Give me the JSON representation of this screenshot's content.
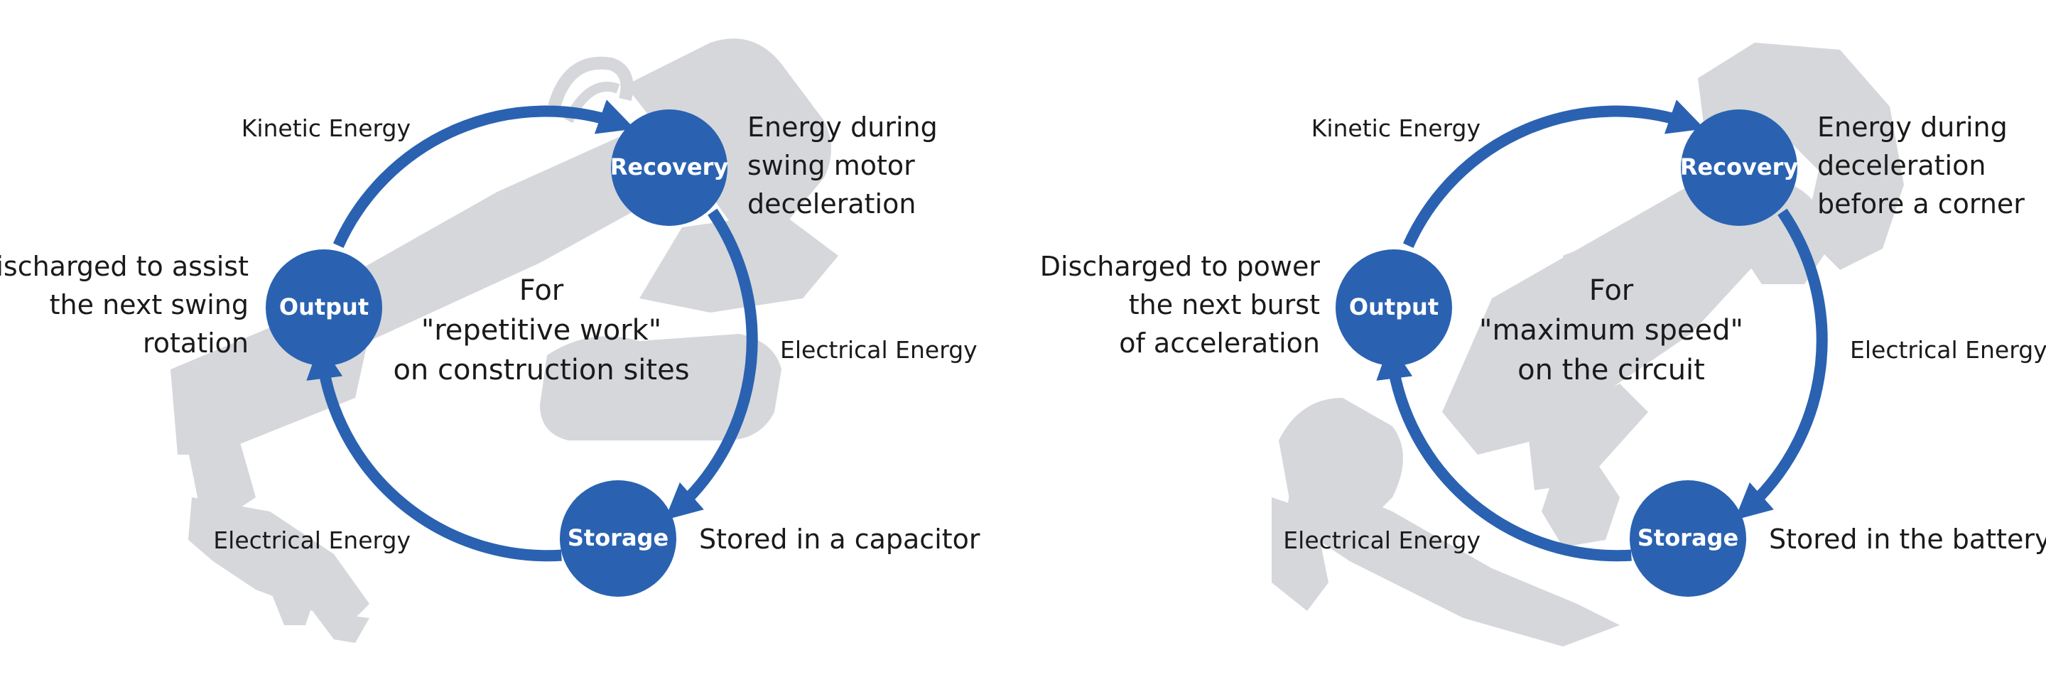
{
  "colors": {
    "accent": "#2a62b1",
    "silhouette": "#d5d7db",
    "text": "#1a1a1a"
  },
  "panels": [
    {
      "silhouette_icon": "excavator-silhouette",
      "center_text": [
        "For",
        "\"repetitive work\"",
        "on construction sites"
      ],
      "nodes": {
        "recovery": "Recovery",
        "storage": "Storage",
        "output": "Output"
      },
      "arc_labels": {
        "output_to_recovery": "Kinetic Energy",
        "recovery_to_storage": "Electrical Energy",
        "storage_to_output": "Electrical Energy"
      },
      "descriptions": {
        "recovery": [
          "Energy during",
          "swing motor",
          "deceleration"
        ],
        "storage": [
          "Stored in a capacitor"
        ],
        "output": [
          "Discharged to assist",
          "the next swing",
          "rotation"
        ]
      }
    },
    {
      "silhouette_icon": "race-car-silhouette",
      "center_text": [
        "For",
        "\"maximum speed\"",
        "on the circuit"
      ],
      "nodes": {
        "recovery": "Recovery",
        "storage": "Storage",
        "output": "Output"
      },
      "arc_labels": {
        "output_to_recovery": "Kinetic Energy",
        "recovery_to_storage": "Electrical Energy",
        "storage_to_output": "Electrical Energy"
      },
      "descriptions": {
        "recovery": [
          "Energy during",
          "deceleration",
          "before a corner"
        ],
        "storage": [
          "Stored in the battery"
        ],
        "output": [
          "Discharged to power",
          "the next burst",
          "of acceleration"
        ]
      }
    }
  ]
}
